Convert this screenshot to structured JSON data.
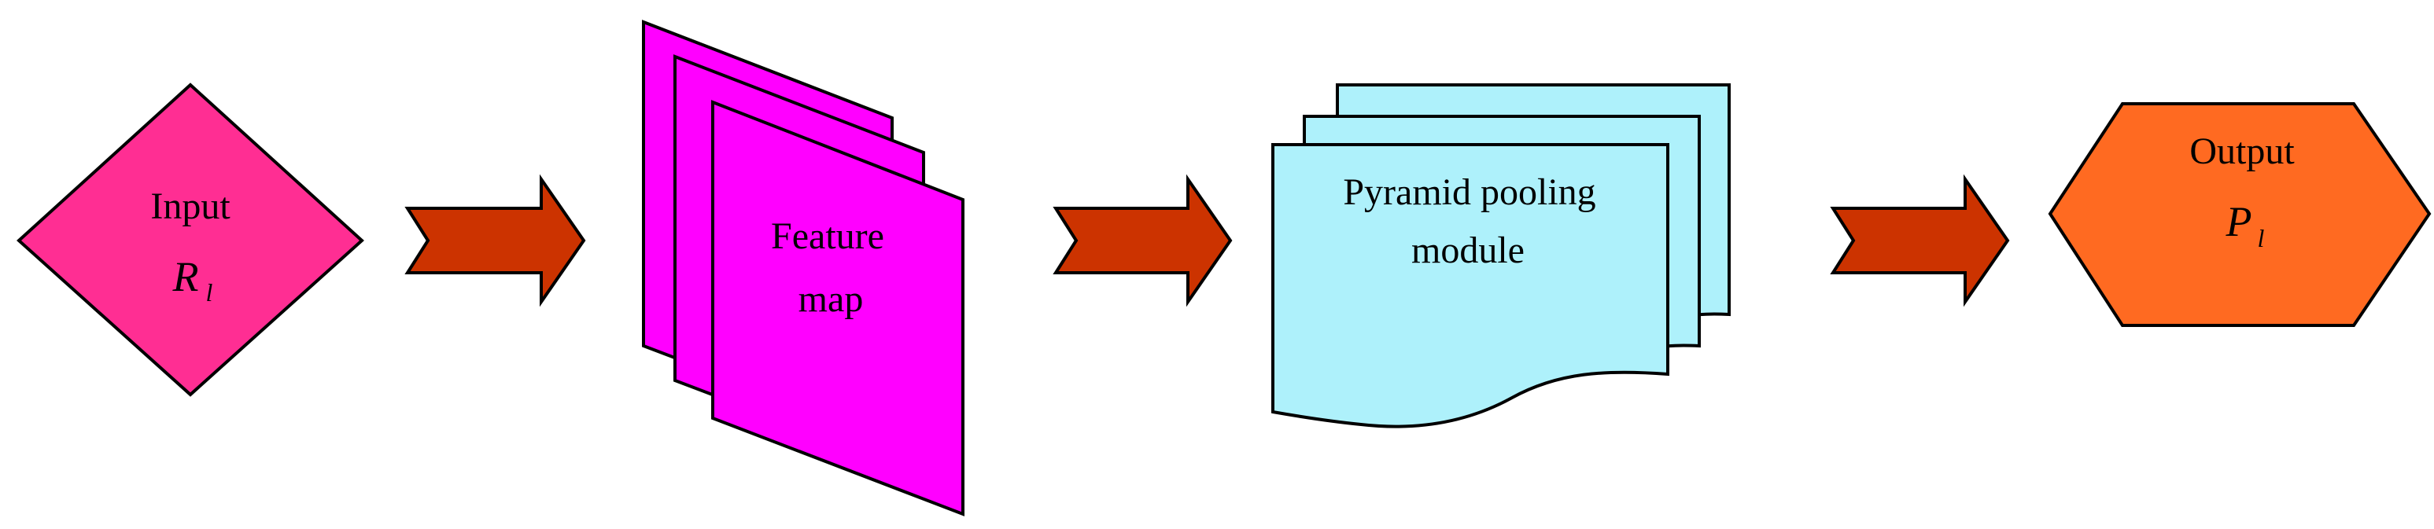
{
  "diagram": {
    "colors": {
      "input_fill": "#ff2e93",
      "feature_fill": "#ff00ff",
      "pyramid_fill": "#aef1fb",
      "output_fill": "#ff6a21",
      "arrow_fill": "#cc3300",
      "stroke": "#000000",
      "background": "#ffffff"
    },
    "input": {
      "label": "Input",
      "symbol": "R",
      "subscript": "l"
    },
    "feature_map": {
      "line1": "Feature",
      "line2": "map"
    },
    "pyramid": {
      "line1": "Pyramid pooling",
      "line2": "module"
    },
    "output": {
      "label": "Output",
      "symbol": "P",
      "subscript": "l"
    },
    "flow_arrows": [
      "arrow-input-to-feature",
      "arrow-feature-to-pyramid",
      "arrow-pyramid-to-output"
    ]
  }
}
